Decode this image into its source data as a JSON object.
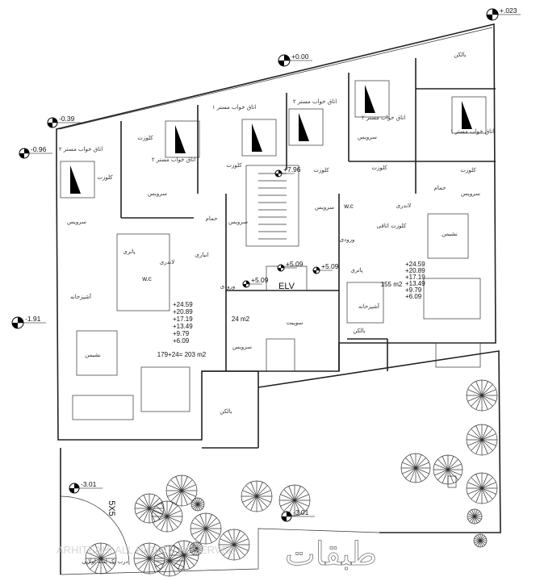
{
  "title": "طبقات",
  "watermark": "ARHITEAHI ALL RIGHTS RESERVED",
  "areas": {
    "left_unit": "179+24= 203 m2",
    "right_unit": "155 m2",
    "suite": "24 m2",
    "elevator": "ELV",
    "yard": "5X5"
  },
  "floor_levels": [
    "+24.59",
    "+20.89",
    "+17.19",
    "+13.49",
    "+9.79",
    "+6.09"
  ],
  "elevations": {
    "top_right": "+.023",
    "top_center": "+0.00",
    "top_left": "-0.39",
    "left_upper": "-0.96",
    "left_mid": "-1.91",
    "yard": "-3.01",
    "garden": "-3.01",
    "stair": "+7.96",
    "lobby_left": "+5.09",
    "lobby_center": "+5.09",
    "lobby_right": "+5.09"
  },
  "rooms": {
    "bed_a": "اتاق خواب مستر ۲",
    "bed_b": "اتاق خواب مستر ۲",
    "bed_c": "اتاق خواب مستر ۱",
    "bed_d": "اتاق خواب مستر ۲",
    "bed_e": "اتاق خواب مستر ۲",
    "bed_f": "اتاق خواب مستر ۱",
    "closet": "کلوزت",
    "closet_2": "کلوزت اتاقی",
    "service": "سرویس",
    "bath": "حمام",
    "laundry": "لاندری",
    "pantry": "پاتری",
    "storage": "انباری",
    "kitchen": "آشپزخانه",
    "wc": "w.c",
    "entrance": "ورودی",
    "living": "نشیمن",
    "balcony": "بالکن",
    "suite": "سوییت",
    "door_note": "درب تک لنگه لولایی"
  }
}
